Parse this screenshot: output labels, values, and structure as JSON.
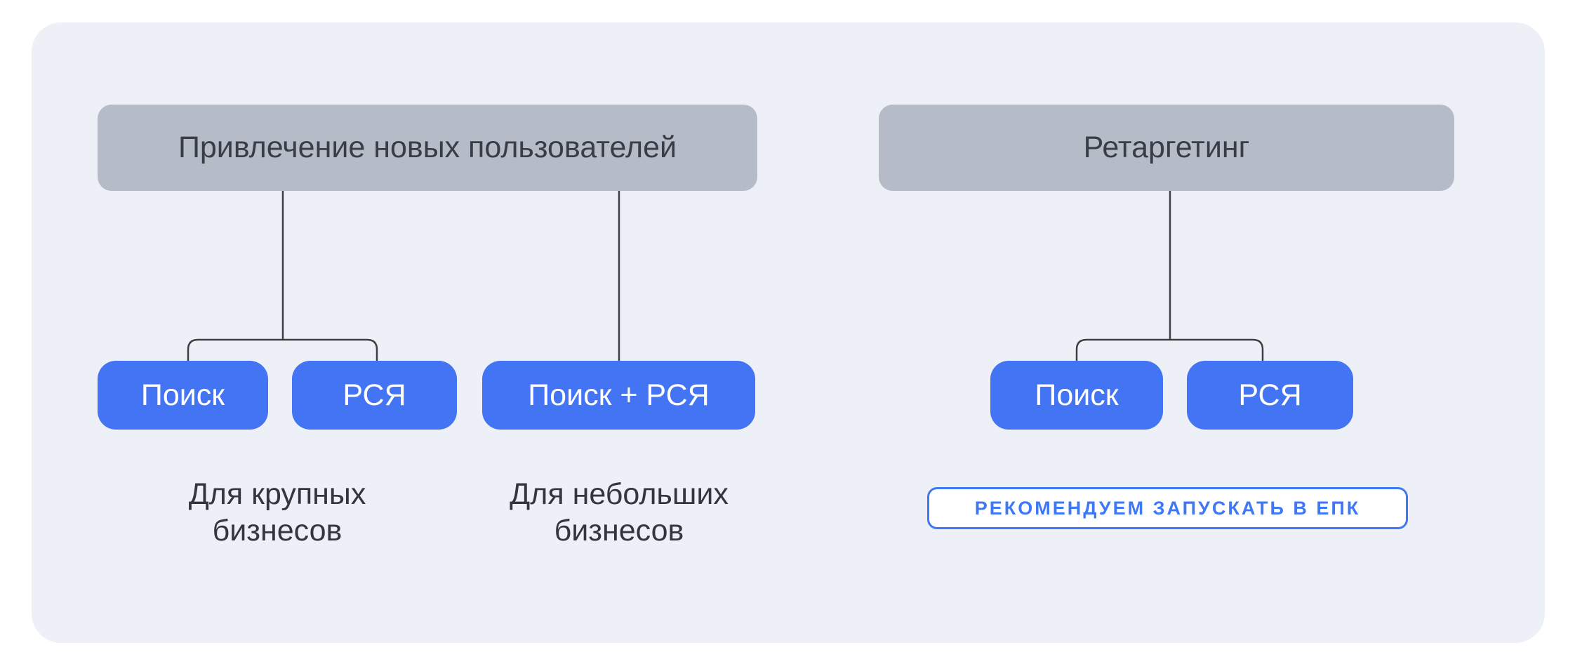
{
  "diagram": {
    "left_tree": {
      "header": "Привлечение новых пользователей",
      "nodes": [
        {
          "label": "Поиск"
        },
        {
          "label": "РСЯ"
        },
        {
          "label": "Поиск + РСЯ"
        }
      ],
      "captions": [
        {
          "line1": "Для крупных",
          "line2": "бизнесов"
        },
        {
          "line1": "Для небольших",
          "line2": "бизнесов"
        }
      ]
    },
    "right_tree": {
      "header": "Ретаргетинг",
      "nodes": [
        {
          "label": "Поиск"
        },
        {
          "label": "РСЯ"
        }
      ],
      "recommendation_badge": "РЕКОМЕНДУЕМ ЗАПУСКАТЬ В ЕПК"
    },
    "colors": {
      "page_bg": "#ffffff",
      "card_bg": "#edf1f7",
      "header_node_bg": "#b5bbc7",
      "header_node_text": "#383d46",
      "node_bg": "#4274f4",
      "node_text": "#ffffff",
      "caption_text": "#33373d",
      "accent_blue": "#3f78f6",
      "connector": "#3c4043"
    }
  }
}
